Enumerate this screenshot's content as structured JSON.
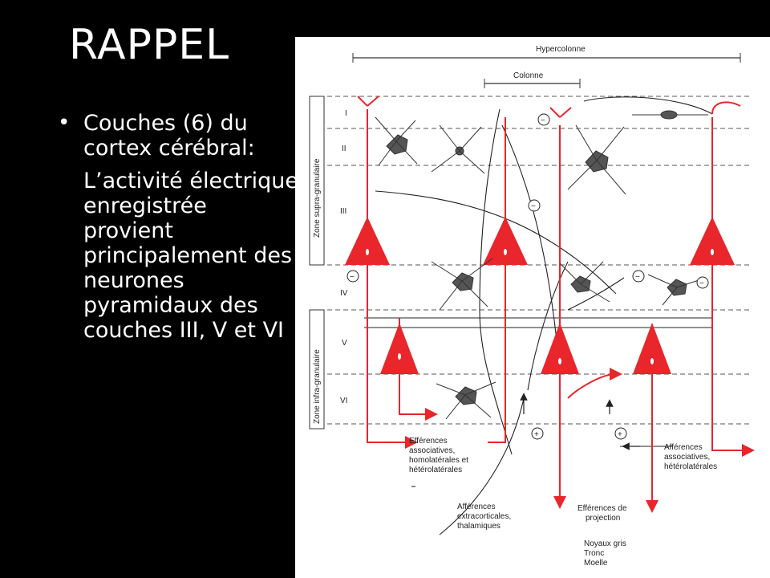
{
  "slide": {
    "title": "RAPPEL",
    "bullet": {
      "line1": "Couches  (6) du cortex cérébral:",
      "line2": "L’activité électrique enregistrée provient principalement des neurones pyramidaux des couches III, V et VI"
    }
  },
  "figure": {
    "hypercolonne": "Hypercolonne",
    "colonne": "Colonne",
    "zone_supra": "Zone supra-granulaire",
    "zone_infra": "Zone infra-granulaire",
    "layers": [
      "I",
      "II",
      "III",
      "IV",
      "V",
      "VI"
    ],
    "efferences_assoc": [
      "Efférences",
      "associatives,",
      "homolatérales et",
      "hétérolatérales"
    ],
    "afferences_assoc": [
      "Afférences",
      "associatives,",
      "hétérolatérales"
    ],
    "afferences_extra": [
      "Afférences",
      "extracorticales,",
      "thalamiques"
    ],
    "efferences_proj": [
      "Efférences de",
      "projection"
    ],
    "targets": [
      "Noyaux gris",
      "Tronc",
      "Moelle"
    ],
    "plus": "+",
    "minus": "−",
    "colors": {
      "pyramidal": "#e8262b",
      "interneuron": "#555555",
      "line": "#333333"
    }
  }
}
